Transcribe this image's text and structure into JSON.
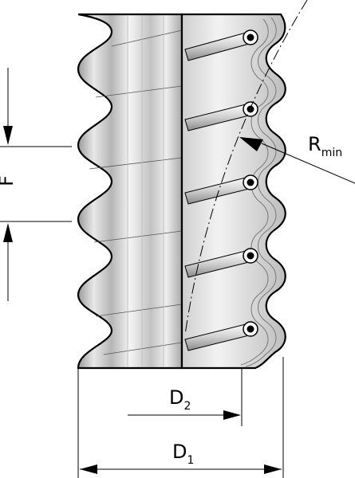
{
  "diagram": {
    "labels": {
      "r_min": {
        "main": "R",
        "sub": "min"
      },
      "f": {
        "main": "F"
      },
      "d1": {
        "main": "D",
        "sub": "1"
      },
      "d2": {
        "main": "D",
        "sub": "2"
      }
    },
    "colors": {
      "line": "#000000",
      "body_light": "#f2f2f2",
      "body_mid": "#c8c8c8",
      "body_dark": "#8e8e8e",
      "background": "#ffffff"
    }
  }
}
